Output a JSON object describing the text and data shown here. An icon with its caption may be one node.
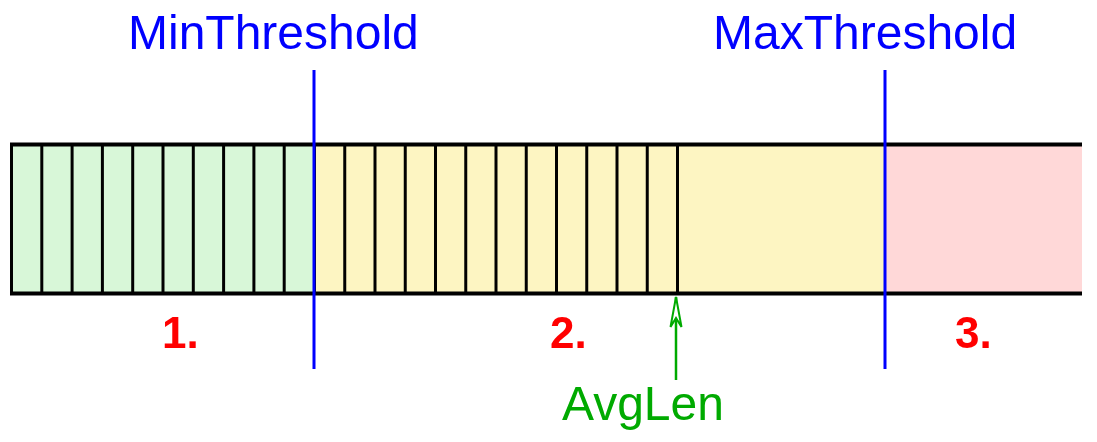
{
  "diagram": {
    "nodes": [
      {
        "text": [],
        "shape": "bar"
      },
      {
        "text": [
          "AvgLen"
        ]
      }
    ],
    "edges": [
      {
        "from": 1,
        "to": 0,
        "arrow": "to",
        "color": "#00aa00"
      }
    ],
    "labels": [
      "MinThreshold",
      "MaxThreshold",
      "1.",
      "2.",
      "3."
    ]
  }
}
